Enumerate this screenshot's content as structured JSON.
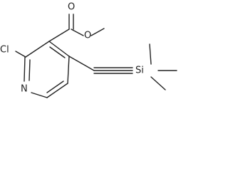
{
  "molecule": {
    "atoms": {
      "cl": "Cl",
      "o_carbonyl": "O",
      "o_ester": "O",
      "n": "N",
      "si": "Si"
    },
    "colors": {
      "bond": "#222222",
      "label": "#222222",
      "background": "#ffffff"
    }
  }
}
